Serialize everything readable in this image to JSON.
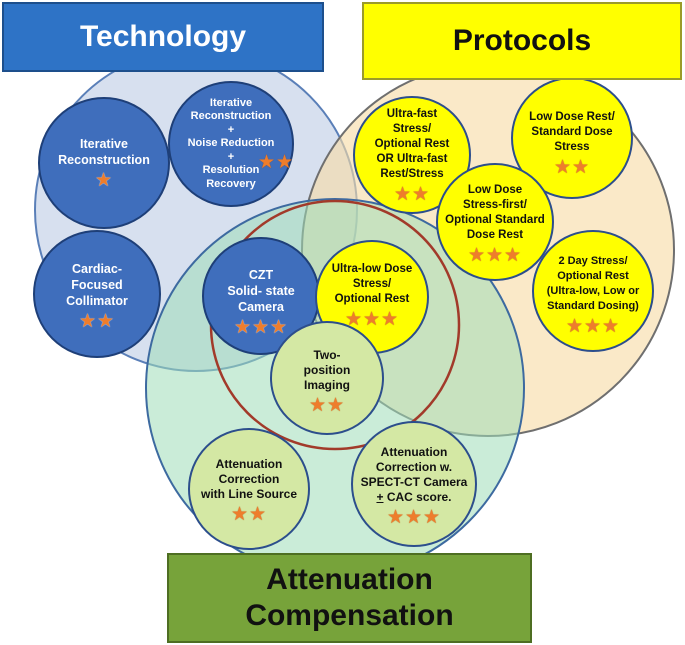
{
  "colors": {
    "technology": "#2e73c6",
    "protocols": "#ffff00",
    "attenuation": "#77a33a",
    "star": "#ee7d2c",
    "focus_ring": "#a23a2a"
  },
  "headers": {
    "technology": "Technology",
    "protocols": "Protocols",
    "attenuation": "Attenuation\nCompensation"
  },
  "nodes": {
    "iterative_reconstruction": {
      "label": "Iterative\nReconstruction",
      "stars": "★",
      "rating": 1
    },
    "iter_noise_resolution": {
      "label": "Iterative\nReconstruction\n+\nNoise Reduction\n+\nResolution\nRecovery",
      "stars": "★★",
      "rating": 2
    },
    "cardiac_collimator": {
      "label": "Cardiac-\nFocused\nCollimator",
      "stars": "★★",
      "rating": 2
    },
    "czt_camera": {
      "label": "CZT\nSolid- state\nCamera",
      "stars": "★★★",
      "rating": 3
    },
    "ultra_fast": {
      "label": "Ultra-fast\nStress/\nOptional Rest\nOR Ultra-fast\nRest/Stress",
      "stars": "★★",
      "rating": 2
    },
    "low_dose_rest": {
      "label": "Low Dose Rest/\nStandard Dose\nStress",
      "stars": "★★",
      "rating": 2
    },
    "stress_first": {
      "label": "Low Dose\nStress-first/\nOptional Standard\nDose Rest",
      "stars": "★★★",
      "rating": 3
    },
    "two_day": {
      "label": "2 Day Stress/\nOptional Rest\n(Ultra-low, Low or\nStandard Dosing)",
      "stars": "★★★",
      "rating": 3
    },
    "ultra_low_dose": {
      "label": "Ultra-low Dose\nStress/\nOptional Rest",
      "stars": "★★★",
      "rating": 3
    },
    "two_position": {
      "label": "Two-\nposition\nImaging",
      "stars": "★★",
      "rating": 2
    },
    "line_source": {
      "label": "Attenuation\nCorrection\nwith Line Source",
      "stars": "★★",
      "rating": 2
    },
    "spect_ct": {
      "label_main": "Attenuation\nCorrection w.\nSPECT-CT Camera",
      "plus_symbol": "+",
      "label_tail": " CAC score.",
      "stars": "★★★",
      "rating": 3
    }
  }
}
